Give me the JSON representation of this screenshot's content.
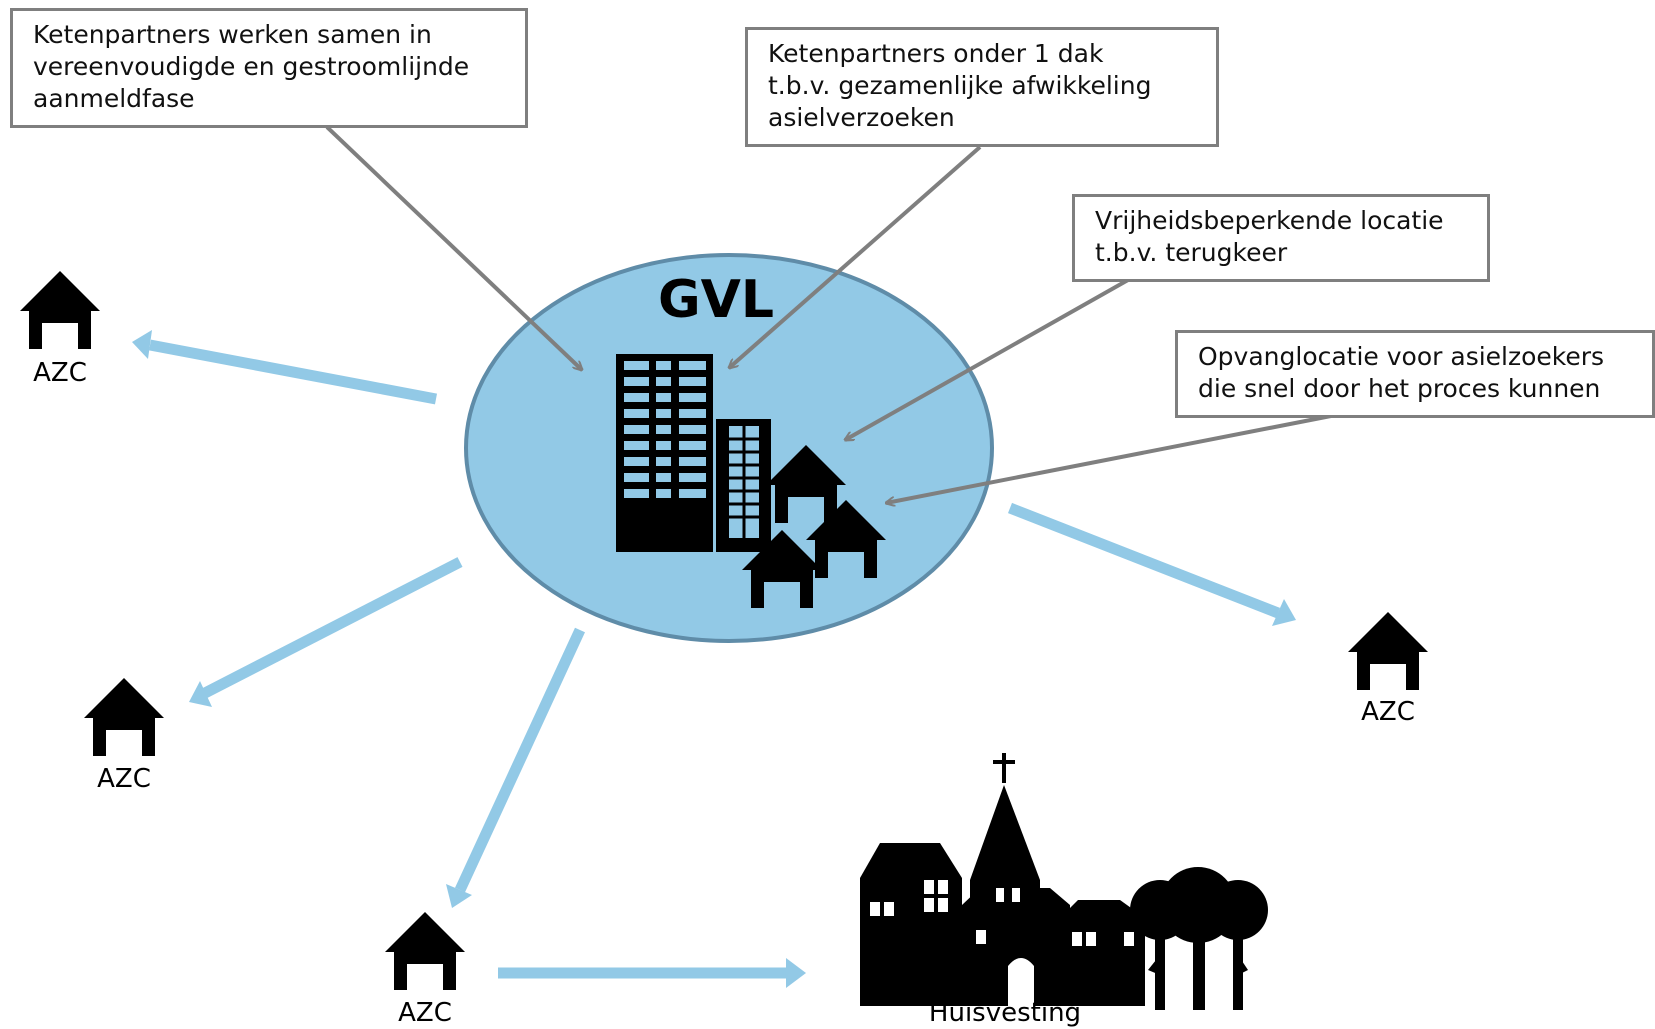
{
  "center": {
    "title": "GVL"
  },
  "callouts": [
    {
      "text": "Ketenpartners werken samen in\nvereenvoudigde en gestroomlijnde\naanmeldfase"
    },
    {
      "text": "Ketenpartners onder 1 dak\nt.b.v. gezamenlijke afwikkeling\nasielverzoeken"
    },
    {
      "text": "Vrijheidsbeperkende locatie\nt.b.v. terugkeer"
    },
    {
      "text": "Opvanglocatie voor asielzoekers\ndie snel door het proces kunnen"
    }
  ],
  "nodes": [
    {
      "label": "AZC"
    },
    {
      "label": "AZC"
    },
    {
      "label": "AZC"
    },
    {
      "label": "AZC"
    },
    {
      "label": "Huisvesting"
    }
  ],
  "colors": {
    "ellipse_fill": "#92c9e6",
    "ellipse_stroke": "#5f8ca8",
    "arrow_blue": "#92c9e6",
    "arrow_gray": "#7f7f7f",
    "icon": "#000000"
  },
  "icons": [
    "house-icon",
    "building-icon",
    "church-icon",
    "tree-icon"
  ]
}
